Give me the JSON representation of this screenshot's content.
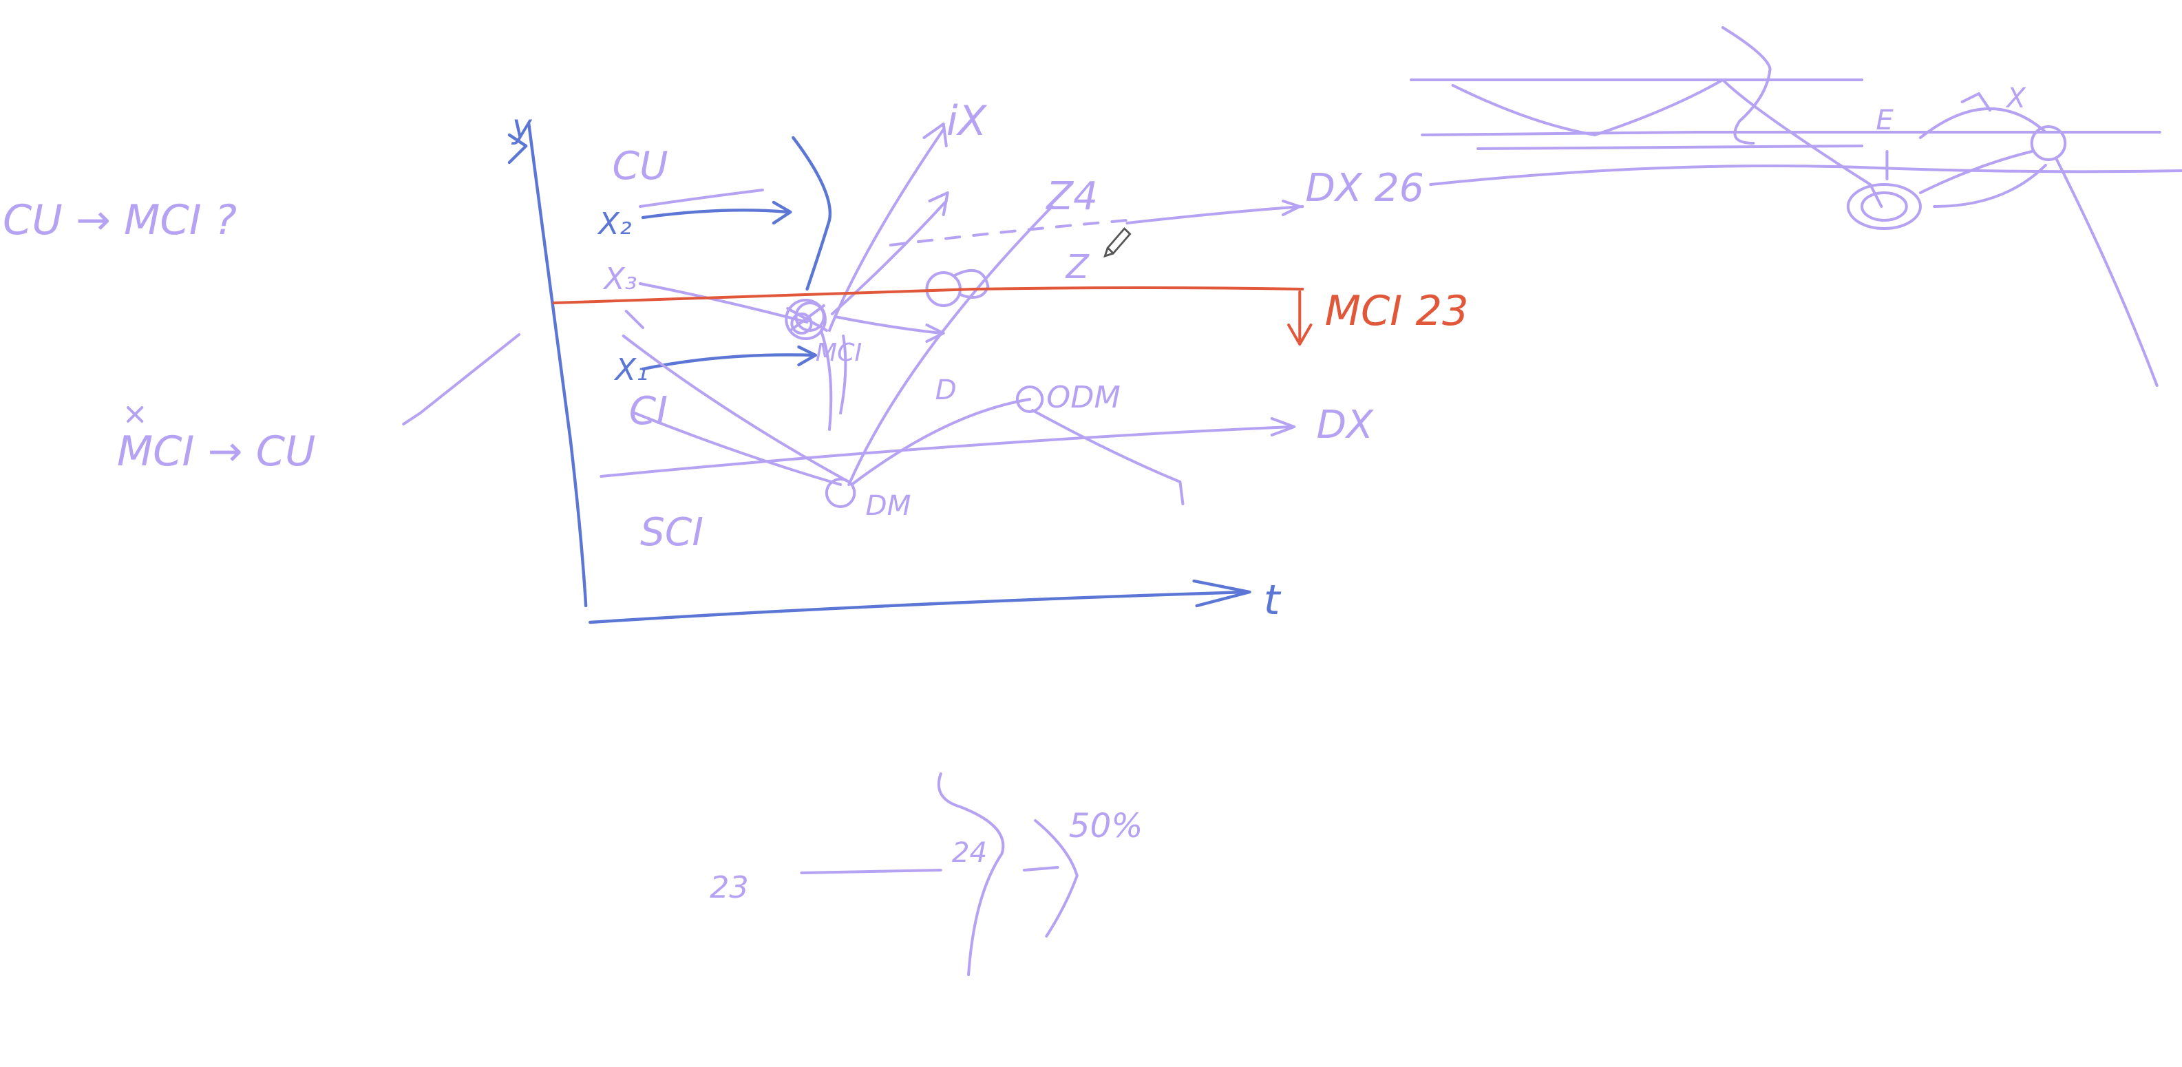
{
  "colors": {
    "purple_ink": "#b6a2f2",
    "blue_ink": "#5b76d4",
    "red_ink": "#e0573a",
    "background": "#ffffff"
  },
  "notes": {
    "cu_mci": "CU → MCI ?",
    "mci_cu": "MCI → CU"
  },
  "axes": {
    "y_label": "y",
    "t_label": "t"
  },
  "regions": {
    "cu": "CU",
    "ci": "CI",
    "sci": "SCI"
  },
  "points": {
    "x1": "X₁",
    "x2": "X₂",
    "x3": "X₃",
    "ix": "iX",
    "z4": "Z4",
    "z": "Z",
    "mc": "MCI",
    "d": "D",
    "odm": "ODM",
    "dm": "DM"
  },
  "right_labels": {
    "dx26": "DX 26",
    "mci23": "MCI 23",
    "dx": "DX"
  },
  "top_right": {
    "e": "E",
    "x": "X"
  },
  "bottom": {
    "n23": "23",
    "n24": "24",
    "pct": "50%"
  }
}
